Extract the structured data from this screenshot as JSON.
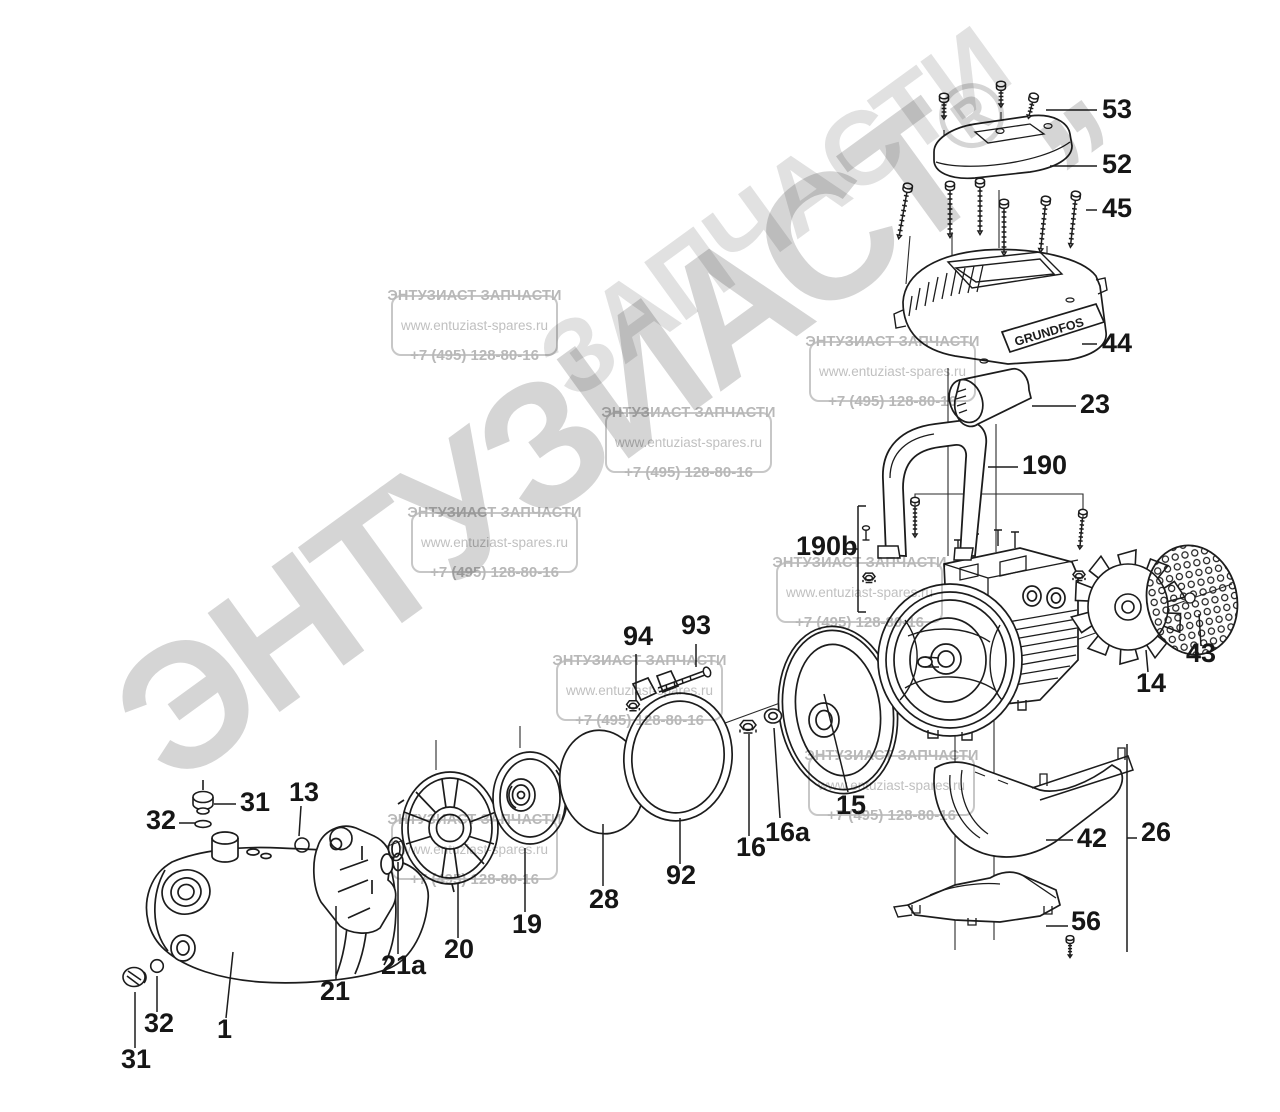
{
  "diagram": {
    "brand_plate": "GRUNDFOS",
    "callouts": {
      "53": "53",
      "52": "52",
      "45": "45",
      "44": "44",
      "23": "23",
      "190": "190",
      "190b": "190b",
      "43": "43",
      "14": "14",
      "94": "94",
      "93": "93",
      "15": "15",
      "16": "16",
      "16a": "16a",
      "92": "92",
      "28": "28",
      "19": "19",
      "20": "20",
      "21a": "21a",
      "21": "21",
      "13": "13",
      "31_top": "31",
      "32_top": "32",
      "1": "1",
      "32_bottom": "32",
      "31_bottom": "31",
      "42": "42",
      "26": "26",
      "56": "56"
    }
  },
  "watermark": {
    "store_name": "ЭНТУЗИАСТ ЗАПЧАСТИ",
    "website": "www.entuziast-spares.ru",
    "phone": "+7 (495) 128-80-16",
    "diagonal_primary": "ЭНТУЗИАСТ",
    "registered_mark": "®",
    "flourish": ",,",
    "diagonal_secondary": "ЗАПЧАСТИ"
  }
}
